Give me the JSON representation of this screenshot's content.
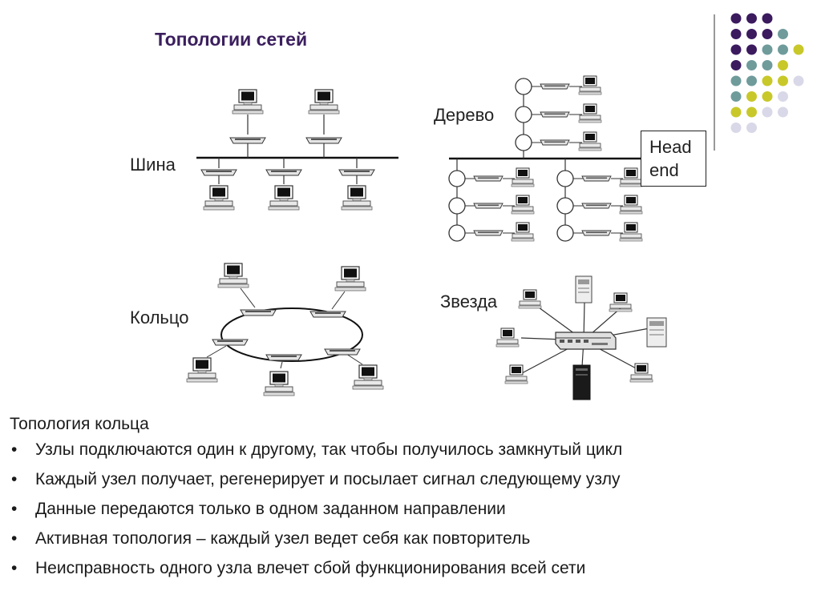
{
  "title": "Топологии сетей",
  "topologies": {
    "bus": "Шина",
    "tree": "Дерево",
    "ring": "Кольцо",
    "star": "Звезда"
  },
  "headend": {
    "line1": "Head",
    "line2": "end"
  },
  "body": {
    "heading": "Топология кольца",
    "bullet_symbol": "•",
    "bullets": [
      "Узлы подключаются один к другому, так чтобы получилось замкнутый цикл",
      "Каждый узел получает, регенерирует и посылает сигнал следующему узлу",
      "Данные передаются только в одном заданном направлении",
      "Активная топология – каждый узел ведет себя как повторитель",
      "Неисправность одного узла влечет сбой функционирования всей сети"
    ]
  },
  "decor": {
    "dot_colors": {
      "purple": "#3b1a5e",
      "teal": "#6f9b9b",
      "yellow": "#c8c82a",
      "lavender": "#d8d8e8"
    },
    "dot_grid": [
      "PPP-",
      "PPPT",
      "PPTTY",
      "PTTY-",
      "TTYYL",
      "TYYL-",
      "YYLL-",
      "LL--"
    ]
  }
}
